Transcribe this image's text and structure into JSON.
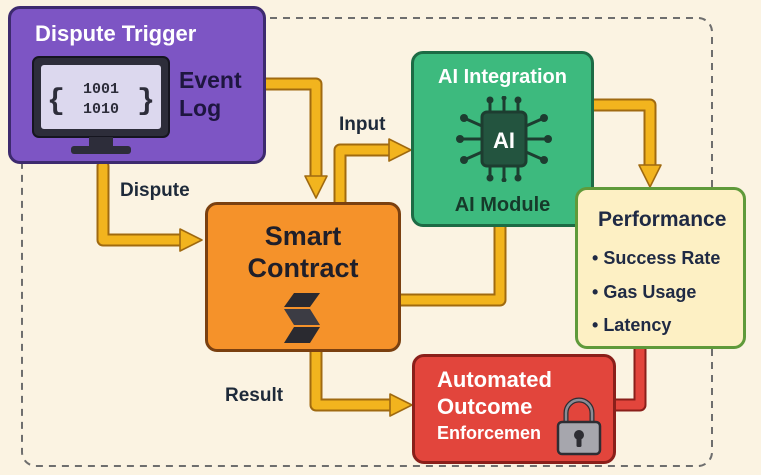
{
  "colors": {
    "background": "#fbf3e2",
    "arrow": "#f2b41e",
    "arrow_outline": "#a06a10",
    "red_arrow": "#e2453c",
    "trigger_fill": "#7d55c4",
    "smart_fill": "#f5922a",
    "ai_fill": "#3dba7e",
    "perf_fill": "#fdf0c4",
    "enforce_fill": "#e2453c"
  },
  "trigger": {
    "title": "Dispute Trigger",
    "label_line1": "Event",
    "label_line2": "Log",
    "screen_line1": "1001",
    "screen_line2": "1010",
    "icon": "monitor-icon"
  },
  "smart_contract": {
    "line1": "Smart",
    "line2": "Contract",
    "icon": "solidity-logo-icon"
  },
  "ai": {
    "title": "AI Integration",
    "chip_text": "AI",
    "module_label": "AI Module",
    "icon": "ai-chip-icon"
  },
  "performance": {
    "title": "Performance",
    "items": [
      "Success Rate",
      "Gas Usage",
      "Latency"
    ]
  },
  "enforcement": {
    "line1": "Automated",
    "line2": "Outcome",
    "line3": "Enforcemen",
    "icon": "padlock-icon"
  },
  "edges": {
    "dispute": "Dispute",
    "input": "Input",
    "result": "Result"
  }
}
